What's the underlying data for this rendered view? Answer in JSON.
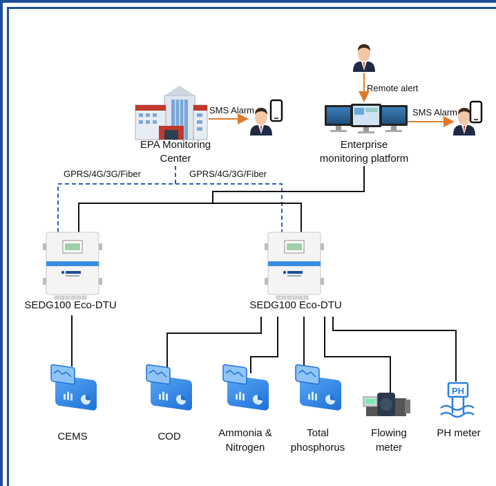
{
  "nodes": {
    "epa_center": [
      "EPA Monitoring",
      "Center"
    ],
    "enterprise_platform": [
      "Enterprise",
      "monitoring platform"
    ],
    "dtu_left": "SEDG100 Eco-DTU",
    "dtu_right": "SEDG100 Eco-DTU",
    "devices": {
      "cems": "CEMS",
      "cod": "COD",
      "ammonia": [
        "Ammonia &",
        "Nitrogen"
      ],
      "phosphorus": [
        "Total",
        "phosphorus"
      ],
      "flowing": [
        "Flowing",
        "meter"
      ],
      "ph": "PH meter"
    }
  },
  "edge_labels": {
    "sms_left": "SMS Alarm",
    "sms_right": "SMS Alarm",
    "remote_alert": "Remote alert",
    "gprs_left": "GPRS/4G/3G/Fiber",
    "gprs_right": "GPRS/4G/3G/Fiber"
  },
  "icon_text": {
    "ph_badge": "PH"
  },
  "colors": {
    "frame": "#1f4f9a",
    "dashed_link": "#2f5fb0",
    "arrow": "#e07a2a",
    "solid_link": "#111111",
    "dtu_band": "#3a8ee0",
    "sensor_card": "#2c7fe0"
  }
}
